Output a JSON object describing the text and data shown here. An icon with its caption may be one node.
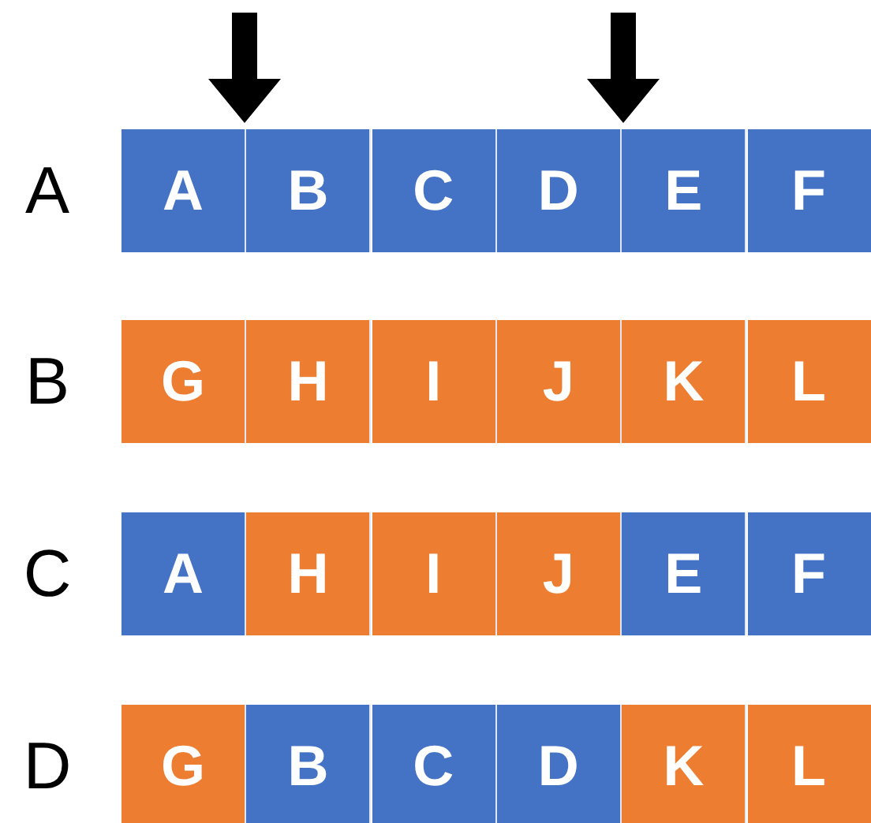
{
  "diagram": {
    "nodes": [
      {
        "text": [
          "A"
        ]
      },
      {
        "text": [
          "B"
        ]
      },
      {
        "text": [
          "C"
        ]
      },
      {
        "text": [
          "D"
        ]
      },
      {
        "text": [
          "E"
        ]
      },
      {
        "text": [
          "F"
        ]
      },
      {
        "text": [
          "G"
        ]
      },
      {
        "text": [
          "H"
        ]
      },
      {
        "text": [
          "I"
        ]
      },
      {
        "text": [
          "J"
        ]
      },
      {
        "text": [
          "K"
        ]
      },
      {
        "text": [
          "L"
        ]
      },
      {
        "text": [
          "A"
        ]
      },
      {
        "text": [
          "H"
        ]
      },
      {
        "text": [
          "I"
        ]
      },
      {
        "text": [
          "J"
        ]
      },
      {
        "text": [
          "E"
        ]
      },
      {
        "text": [
          "F"
        ]
      },
      {
        "text": [
          "G"
        ]
      },
      {
        "text": [
          "B"
        ]
      },
      {
        "text": [
          "C"
        ]
      },
      {
        "text": [
          "D"
        ]
      },
      {
        "text": [
          "K"
        ]
      },
      {
        "text": [
          "L"
        ]
      }
    ],
    "labels": [
      "A",
      "B",
      "C",
      "D"
    ]
  }
}
